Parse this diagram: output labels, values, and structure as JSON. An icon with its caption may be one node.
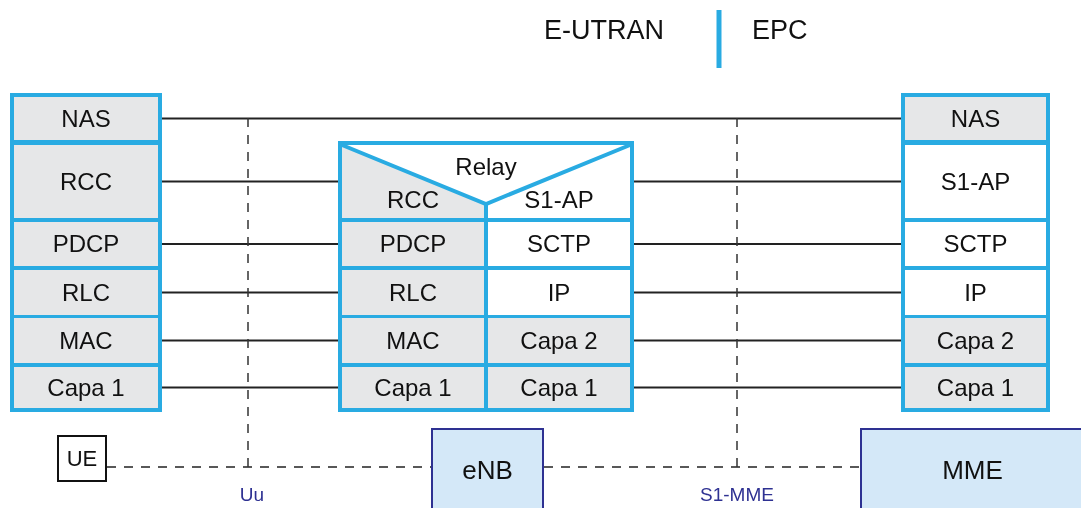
{
  "diagram": {
    "nodes": [
      {
        "text": [],
        "shape": "box"
      },
      {
        "text": [
          "NAS"
        ],
        "in": 0
      },
      {
        "text": [
          "RCC"
        ],
        "in": 0
      },
      {
        "text": [
          "PDCP"
        ],
        "in": 0
      },
      {
        "text": [
          "RLC"
        ],
        "in": 0
      },
      {
        "text": [
          "MAC"
        ],
        "in": 0
      },
      {
        "text": [
          "Capa 1"
        ],
        "in": 0
      },
      {
        "text": [],
        "shape": "box"
      },
      {
        "text": [
          "Relay"
        ],
        "in": 7
      },
      {
        "text": [
          "RCC"
        ],
        "in": 7
      },
      {
        "text": [
          "S1-AP"
        ],
        "in": 7
      },
      {
        "text": [
          "PDCP"
        ],
        "in": 7
      },
      {
        "text": [
          "SCTP"
        ],
        "in": 7
      },
      {
        "text": [
          "RLC"
        ],
        "in": 7
      },
      {
        "text": [
          "IP"
        ],
        "in": 7
      },
      {
        "text": [
          "MAC"
        ],
        "in": 7
      },
      {
        "text": [
          "Capa 2"
        ],
        "in": 7
      },
      {
        "text": [
          "Capa 1"
        ],
        "in": 7
      },
      {
        "text": [
          "Capa 1"
        ],
        "in": 7
      },
      {
        "text": [],
        "shape": "box"
      },
      {
        "text": [
          "NAS"
        ],
        "in": 19
      },
      {
        "text": [
          "S1-AP"
        ],
        "in": 19
      },
      {
        "text": [
          "SCTP"
        ],
        "in": 19
      },
      {
        "text": [
          "IP"
        ],
        "in": 19
      },
      {
        "text": [
          "Capa 2"
        ],
        "in": 19
      },
      {
        "text": [
          "Capa 1"
        ],
        "in": 19
      },
      {
        "text": [
          "UE"
        ]
      },
      {
        "text": [
          "eNB"
        ]
      },
      {
        "text": [
          "MME"
        ]
      }
    ],
    "edges": [
      {
        "from": 1,
        "to": 20,
        "arrow": "none"
      },
      {
        "from": 2,
        "to": 9,
        "arrow": "none"
      },
      {
        "from": 10,
        "to": 21,
        "arrow": "none"
      },
      {
        "from": 3,
        "to": 11,
        "arrow": "none"
      },
      {
        "from": 12,
        "to": 22,
        "arrow": "none"
      },
      {
        "from": 4,
        "to": 13,
        "arrow": "none"
      },
      {
        "from": 14,
        "to": 23,
        "arrow": "none"
      },
      {
        "from": 5,
        "to": 15,
        "arrow": "none"
      },
      {
        "from": 16,
        "to": 24,
        "arrow": "none"
      },
      {
        "from": 6,
        "to": 17,
        "arrow": "none"
      },
      {
        "from": 18,
        "to": 25,
        "arrow": "none"
      },
      {
        "from": 26,
        "to": 27,
        "arrow": "none",
        "style": "dashed",
        "label": "Uu"
      },
      {
        "from": 27,
        "to": 28,
        "arrow": "none",
        "style": "dashed",
        "label": "S1-MME"
      }
    ],
    "labels": [
      "E-UTRAN",
      "EPC"
    ]
  }
}
